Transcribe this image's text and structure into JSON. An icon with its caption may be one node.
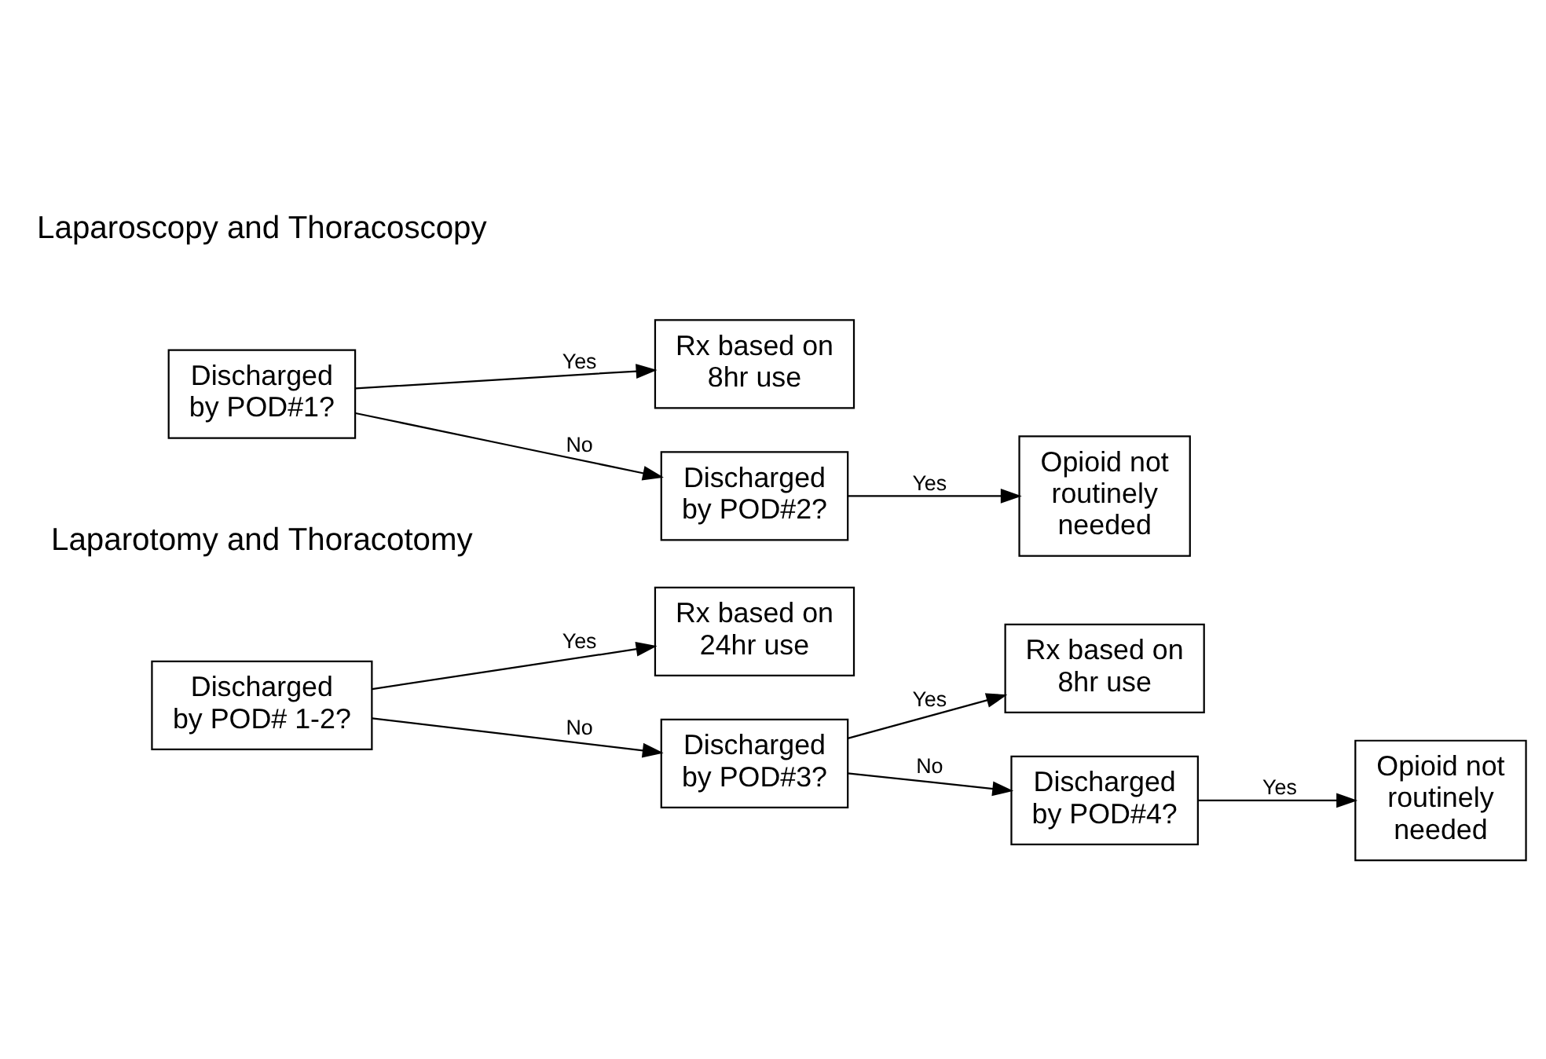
{
  "diagram": {
    "nodes": [
      {
        "text": [
          "Discharged by POD# 1-2?"
        ]
      },
      {
        "text": [
          "Rx based on 24hr use"
        ]
      },
      {
        "text": [
          "Discharged by POD#3?"
        ]
      },
      {
        "text": [
          "Rx based on 8hr use"
        ]
      },
      {
        "text": [
          "Discharged by POD#4?"
        ]
      },
      {
        "text": [
          "Opioid not routinely needed"
        ]
      },
      {
        "text": [
          "Discharged by POD#1?"
        ]
      },
      {
        "text": [
          "Rx based on 8hr use"
        ]
      },
      {
        "text": [
          "Discharged by POD#2?"
        ]
      },
      {
        "text": [
          "Opioid not routinely needed"
        ]
      }
    ],
    "edges": [
      {
        "from": 0,
        "to": 1,
        "arrow": "to",
        "label": "Yes"
      },
      {
        "from": 0,
        "to": 2,
        "arrow": "to",
        "label": "No"
      },
      {
        "from": 2,
        "to": 3,
        "arrow": "to",
        "label": "Yes"
      },
      {
        "from": 2,
        "to": 4,
        "arrow": "to",
        "label": "No"
      },
      {
        "from": 4,
        "to": 5,
        "arrow": "to",
        "label": "Yes"
      },
      {
        "from": 6,
        "to": 7,
        "arrow": "to",
        "label": "Yes"
      },
      {
        "from": 6,
        "to": 8,
        "arrow": "to",
        "label": "No"
      },
      {
        "from": 8,
        "to": 9,
        "arrow": "to",
        "label": "Yes"
      }
    ],
    "labels": [
      "Laparotomy and Thoracotomy",
      "Laparoscopy and Thoracoscopy"
    ]
  }
}
